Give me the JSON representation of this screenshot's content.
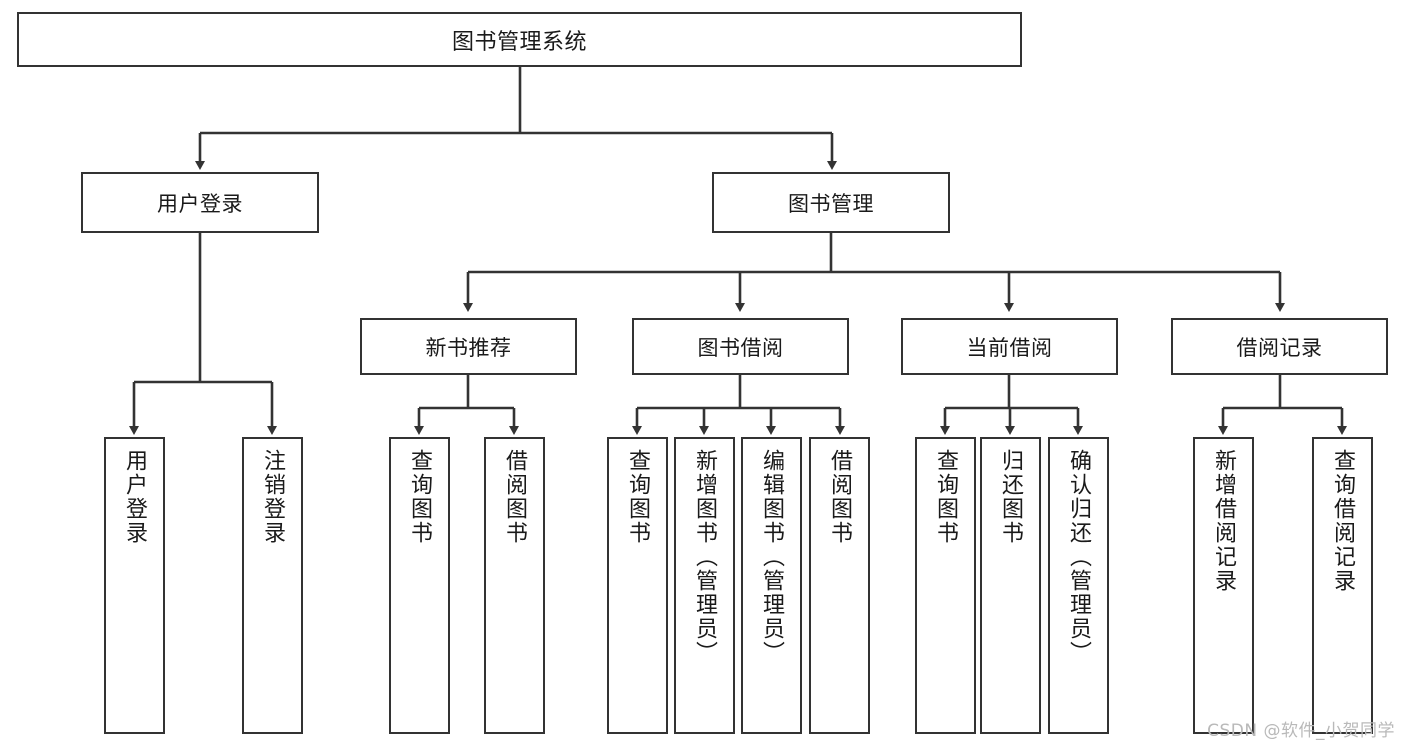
{
  "diagram": {
    "type": "hierarchy-tree",
    "title": "图书管理系统",
    "root": {
      "label": "图书管理系统"
    },
    "level2": [
      {
        "id": "user-login",
        "label": "用户登录"
      },
      {
        "id": "book-management",
        "label": "图书管理"
      }
    ],
    "level3": [
      {
        "id": "new-book-recommend",
        "label": "新书推荐",
        "parent": "book-management"
      },
      {
        "id": "book-borrow",
        "label": "图书借阅",
        "parent": "book-management"
      },
      {
        "id": "current-borrow",
        "label": "当前借阅",
        "parent": "book-management"
      },
      {
        "id": "borrow-record",
        "label": "借阅记录",
        "parent": "book-management"
      }
    ],
    "leaves": {
      "user-login": [
        {
          "id": "leaf-user-login",
          "label": "用户登录"
        },
        {
          "id": "leaf-user-logout",
          "label": "注销登录"
        }
      ],
      "new-book-recommend": [
        {
          "id": "leaf-query-book-1",
          "label": "查询图书"
        },
        {
          "id": "leaf-borrow-book-1",
          "label": "借阅图书"
        }
      ],
      "book-borrow": [
        {
          "id": "leaf-query-book-2",
          "label": "查询图书"
        },
        {
          "id": "leaf-add-book",
          "label": "新增图书（管理员）"
        },
        {
          "id": "leaf-edit-book",
          "label": "编辑图书（管理员）"
        },
        {
          "id": "leaf-borrow-book-2",
          "label": "借阅图书"
        }
      ],
      "current-borrow": [
        {
          "id": "leaf-query-book-3",
          "label": "查询图书"
        },
        {
          "id": "leaf-return-book",
          "label": "归还图书"
        },
        {
          "id": "leaf-confirm-return",
          "label": "确认归还（管理员）"
        }
      ],
      "borrow-record": [
        {
          "id": "leaf-add-record",
          "label": "新增借阅记录"
        },
        {
          "id": "leaf-query-record",
          "label": "查询借阅记录"
        }
      ]
    },
    "colors": {
      "stroke": "#333333",
      "fill": "#ffffff",
      "text": "#1a1a1a",
      "watermark": "#b9b9b9"
    }
  },
  "watermark": {
    "text": "CSDN @软件_小贺同学"
  }
}
